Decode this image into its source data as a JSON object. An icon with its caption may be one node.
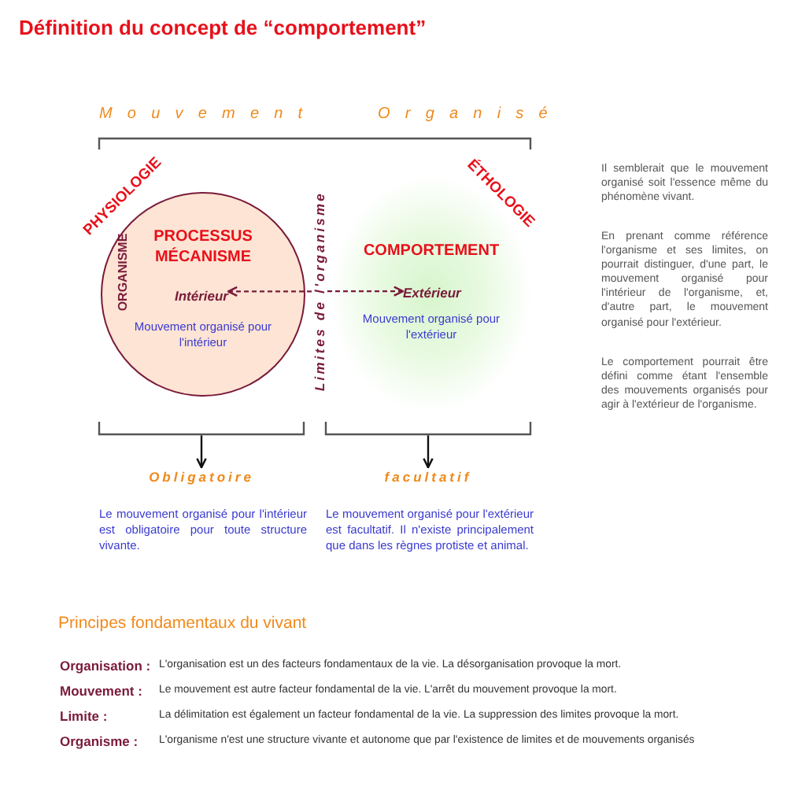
{
  "diagram": {
    "title": "Définition du concept de “comportement”",
    "nodes": [
      {
        "text": [
          "PROCESSUS MÉCANISME",
          "ORGANISME",
          "Mouvement organisé pour l'intérieur"
        ]
      },
      {
        "text": [
          "Intérieur"
        ],
        "in": 0
      },
      {
        "text": [
          "Limites de l'organisme"
        ]
      },
      {
        "text": [
          "COMPORTEMENT",
          "Mouvement organisé pour l'extérieur"
        ]
      },
      {
        "text": [
          "Extérieur"
        ],
        "in": 3
      },
      {
        "text": [
          "Obligatoire"
        ]
      },
      {
        "text": [
          "facultatif"
        ]
      }
    ],
    "edges": [
      {
        "from": 2,
        "to": 1,
        "arrow": "to",
        "style": "dashed"
      },
      {
        "from": 2,
        "to": 4,
        "arrow": "to",
        "style": "dashed"
      },
      {
        "from": null,
        "to": 5,
        "arrow": "to",
        "color": "#111111"
      },
      {
        "from": null,
        "to": 6,
        "arrow": "to",
        "color": "#111111"
      }
    ],
    "labels": [
      "Mouvement Organisé",
      "PHYSIOLOGIE",
      "ÉTHOLOGIE",
      "Il semblerait que le mouvement organisé soit l'essence même du phénomène vivant.",
      "En prenant comme référence l'organisme et ses limites, on pourrait distinguer, d'une part, le mouvement organisé pour l'intérieur de l'organisme, et, d'autre part, le mouvement organisé pour l'extérieur.",
      "Le comportement pourrait être défini comme étant l'ensemble des mouvements organisés pour agir à l'extérieur de l'organisme.",
      "Le mouvement organisé pour l'intérieur est obligatoire pour toute structure vivante.",
      "Le mouvement organisé pour l'extérieur est facultatif. Il n'existe principalement que dans les règnes protiste et animal.",
      "Principes fondamentaux du vivant",
      "Organisation :",
      "L'organisation est un des facteurs fondamentaux de la vie. La désorganisation provoque la mort.",
      "Mouvement :",
      "Le mouvement est autre facteur fondamental de la vie. L'arrêt du mouvement provoque la mort.",
      "Limite :",
      "La délimitation est également un facteur fondamental de la vie. La suppression des limites provoque la mort.",
      "Organisme :",
      "L'organisme n'est une structure vivante et autonome que par l'existence de limites et de mouvements organisés"
    ]
  }
}
